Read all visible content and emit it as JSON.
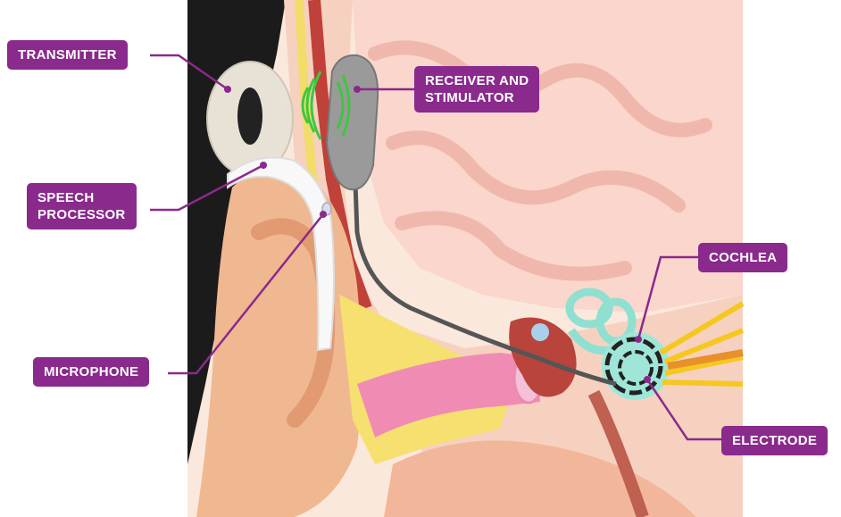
{
  "labels": {
    "transmitter": "TRANSMITTER",
    "receiver_stimulator": "RECEIVER AND\nSTIMULATOR",
    "speech_processor": "SPEECH\nPROCESSOR",
    "microphone": "MICROPHONE",
    "cochlea": "COCHLEA",
    "electrode": "ELECTRODE"
  },
  "colors": {
    "label_bg": "#8a2a8c",
    "label_text": "#ffffff",
    "leader_line": "#8a2a8c",
    "skin": "#f0b890",
    "brain": "#fad6cc",
    "cochlea": "#8fe0d0",
    "ear_canal": "#f08cb4",
    "nerve": "#f5c820",
    "signal": "#3cc83c"
  }
}
